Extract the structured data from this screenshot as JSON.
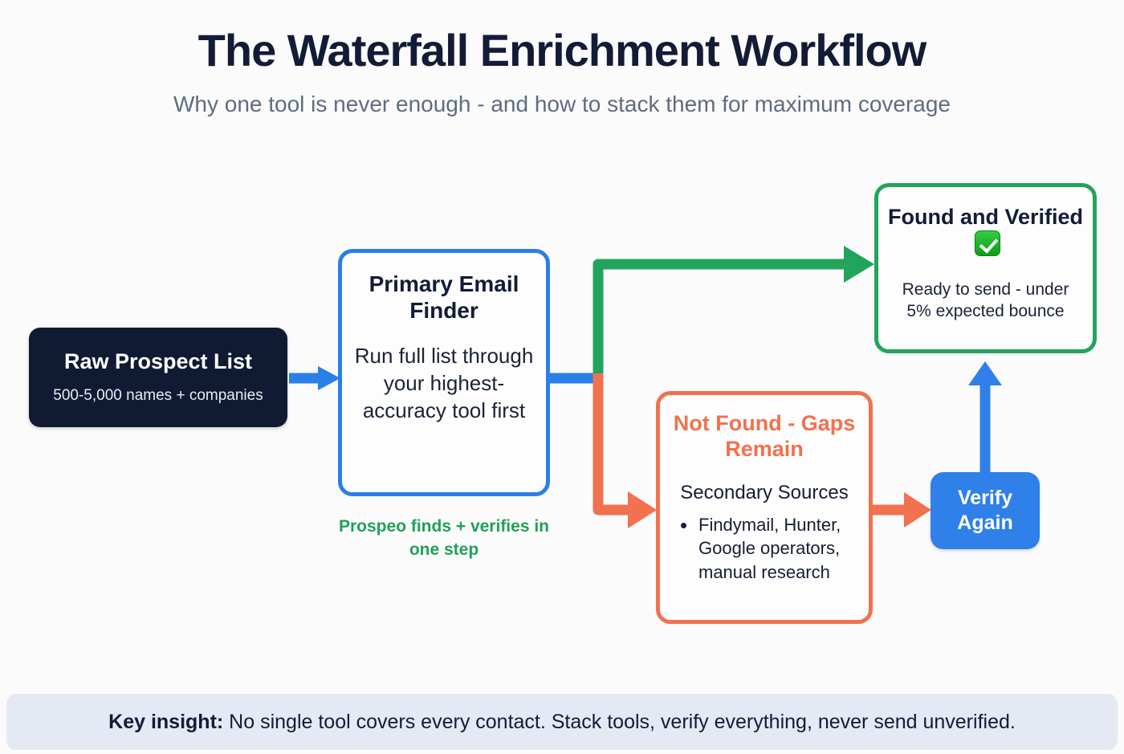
{
  "header": {
    "title": "The Waterfall Enrichment Workflow",
    "subtitle": "Why one tool is never enough - and how to stack them for maximum coverage"
  },
  "colors": {
    "background": "#fbfbfb",
    "dark_navy": "#101a33",
    "blue": "#2a7fe8",
    "blue_solid": "#2f80e8",
    "green": "#22a45d",
    "green_text": "#21a05a",
    "orange": "#f2714e",
    "footer_bg": "#e4e9f3",
    "title_text": "#131c36",
    "subtitle_text": "#5e6b80"
  },
  "nodes": {
    "raw": {
      "title": "Raw Prospect List",
      "subtitle": "500-5,000 names + companies"
    },
    "primary": {
      "title": "Primary Email Finder",
      "body": "Run full list through your highest-accuracy tool first",
      "caption": "Prospeo finds + verifies in one step"
    },
    "found": {
      "title": "Found and Verified",
      "title_icon": "white-check-mark-emoji",
      "body": "Ready to send - under 5% expected bounce"
    },
    "notfound": {
      "title": "Not Found - Gaps Remain",
      "body": "Secondary Sources",
      "bullets": [
        "Findymail, Hunter, Google operators, manual research"
      ]
    },
    "verify": {
      "title": "Verify Again"
    }
  },
  "connectors": [
    {
      "name": "raw-to-primary",
      "color": "#2a7fe8",
      "direction": "right"
    },
    {
      "name": "primary-to-split",
      "color": "#2a7fe8",
      "direction": "right"
    },
    {
      "name": "split-to-found",
      "color": "#22a45d",
      "direction": "up-right"
    },
    {
      "name": "split-to-notfound",
      "color": "#f2714e",
      "direction": "down-right"
    },
    {
      "name": "notfound-to-verify",
      "color": "#f2714e",
      "direction": "right"
    },
    {
      "name": "verify-to-found",
      "color": "#2f80e8",
      "direction": "up"
    }
  ],
  "footer": {
    "label": "Key insight:",
    "text": " No single tool covers every contact. Stack tools, verify everything, never send unverified."
  }
}
